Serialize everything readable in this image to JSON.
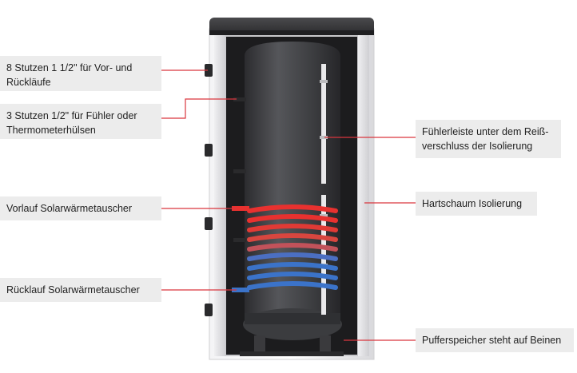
{
  "labels": {
    "stutzen_1_5": "8 Stutzen 1 1/2\" für Vor- und Rückläufe",
    "stutzen_0_5": "3 Stutzen 1/2\" für Fühler oder Thermometerhülsen",
    "vorlauf": "Vorlauf Solarwärmetauscher",
    "ruecklauf": "Rücklauf Solarwärmetauscher",
    "fuehlerleiste": "Fühlerleiste unter dem Reiß-verschluss der Isolierung",
    "hartschaum": "Hartschaum Isolierung",
    "beine": "Pufferspeicher steht auf Beinen"
  },
  "colors": {
    "leader_line": "#d9363e",
    "label_bg": "#ececec",
    "tank_body": "#3f3f42",
    "insulation": "#e9e9eb",
    "coil_hot": "#e8312f",
    "coil_cold": "#3b73c9"
  }
}
